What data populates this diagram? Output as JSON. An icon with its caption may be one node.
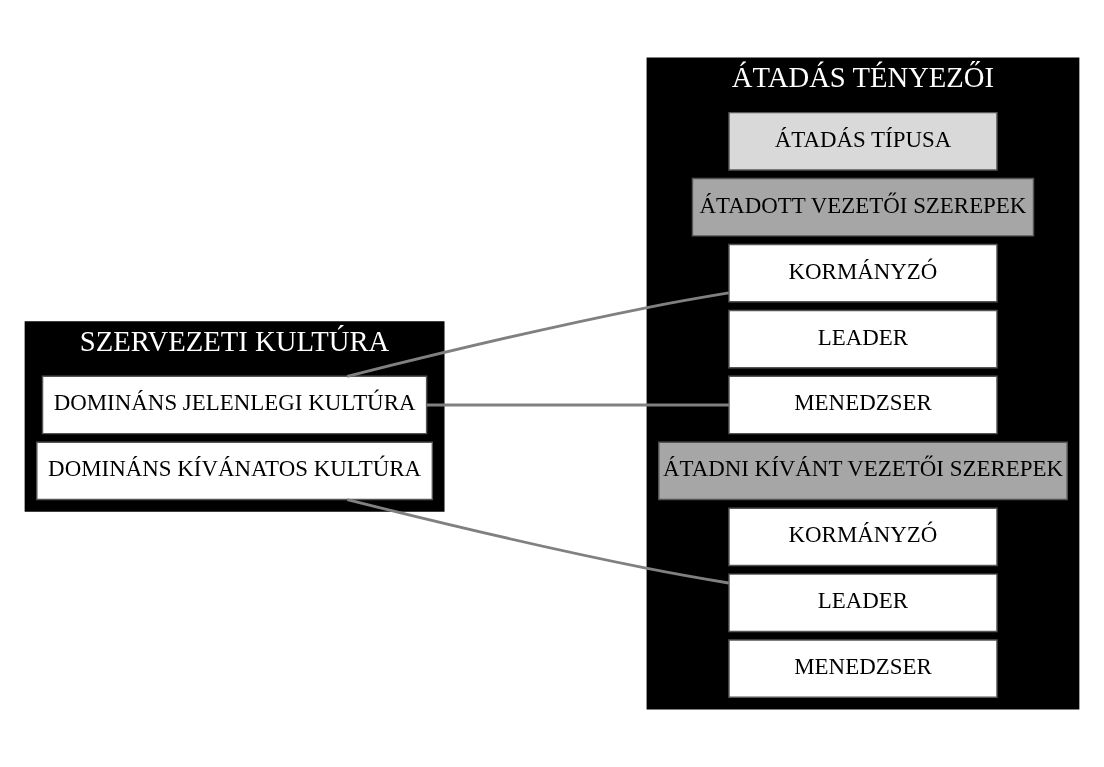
{
  "diagram": {
    "nodes": [
      {
        "text": [
          "SZERVEZETI KULTÚRA"
        ]
      },
      {
        "text": [
          "DOMINÁNS JELENLEGI KULTÚRA"
        ],
        "in": 0
      },
      {
        "text": [
          "DOMINÁNS KÍVÁNATOS KULTÚRA"
        ],
        "in": 0
      },
      {
        "text": [
          "ÁTADÁS TÉNYEZŐI"
        ]
      },
      {
        "text": [
          "ÁTADÁS TÍPUSA"
        ],
        "in": 3
      },
      {
        "text": [
          "ÁTADOTT VEZETŐI SZEREPEK"
        ],
        "in": 3
      },
      {
        "text": [
          "KORMÁNYZÓ"
        ],
        "in": 3
      },
      {
        "text": [
          "LEADER"
        ],
        "in": 3
      },
      {
        "text": [
          "MENEDZSER"
        ],
        "in": 3
      },
      {
        "text": [
          "ÁTADNI KÍVÁNT VEZETŐI SZEREPEK"
        ],
        "in": 3
      },
      {
        "text": [
          "KORMÁNYZÓ"
        ],
        "in": 3
      },
      {
        "text": [
          "LEADER"
        ],
        "in": 3
      },
      {
        "text": [
          "MENEDZSER"
        ],
        "in": 3
      }
    ],
    "edges": [
      {
        "from": 1,
        "to": 6,
        "arrow": "none"
      },
      {
        "from": 1,
        "to": 8,
        "arrow": "none"
      },
      {
        "from": 2,
        "to": 11,
        "arrow": "none"
      }
    ]
  }
}
